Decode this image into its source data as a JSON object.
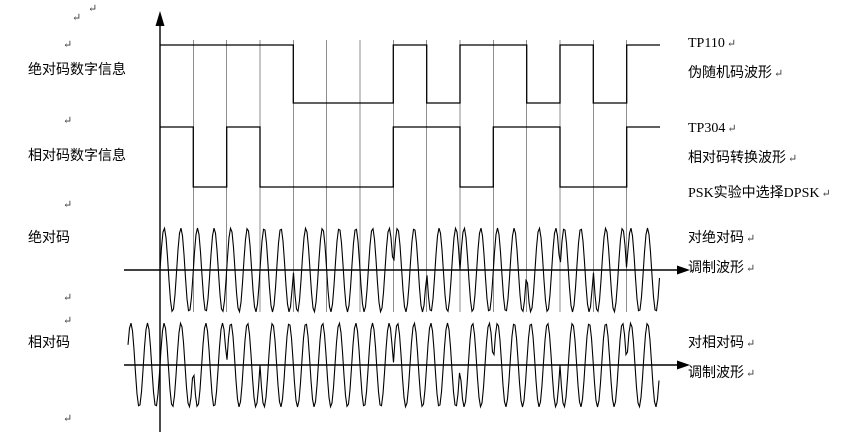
{
  "labels": {
    "left": [
      {
        "text": "绝对码数字信息"
      },
      {
        "text": "相对码数字信息"
      },
      {
        "text": "绝对码"
      },
      {
        "text": "相对码"
      }
    ],
    "right": [
      {
        "text": "TP110"
      },
      {
        "text": "伪随机码波形"
      },
      {
        "text": "TP304"
      },
      {
        "text": "相对码转换波形"
      },
      {
        "text": "PSK实验中选择DPSK"
      },
      {
        "text": "对绝对码"
      },
      {
        "text": "调制波形"
      },
      {
        "text": "对相对码"
      },
      {
        "text": "调制波形"
      }
    ]
  },
  "decorations": {
    "paragraph_mark": "↵"
  },
  "waveforms": {
    "bit_count": 15,
    "carrier_cycles_per_bit": 2,
    "absolute_code_bits": [
      1,
      1,
      1,
      1,
      0,
      0,
      0,
      1,
      0,
      1,
      1,
      0,
      1,
      0,
      1
    ],
    "relative_code_bits": [
      1,
      0,
      1,
      0,
      0,
      0,
      0,
      1,
      1,
      0,
      1,
      1,
      0,
      0,
      1
    ],
    "line_color": "#000000",
    "gridline_color": "#444444"
  }
}
